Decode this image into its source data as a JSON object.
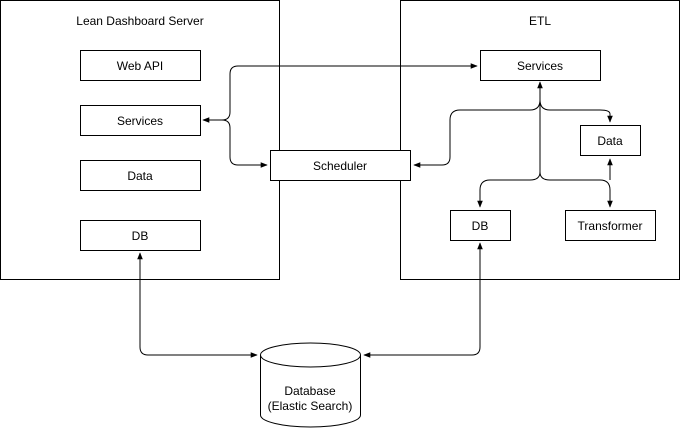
{
  "containers": {
    "lean_dashboard_server": {
      "title": "Lean Dashboard Server"
    },
    "etl": {
      "title": "ETL"
    }
  },
  "lean": {
    "web_api": "Web API",
    "services": "Services",
    "data": "Data",
    "db": "DB"
  },
  "scheduler": "Scheduler",
  "etl": {
    "services": "Services",
    "data": "Data",
    "db": "DB",
    "transformer": "Transformer"
  },
  "database": {
    "line1": "Database",
    "line2": "(Elastic Search)"
  }
}
